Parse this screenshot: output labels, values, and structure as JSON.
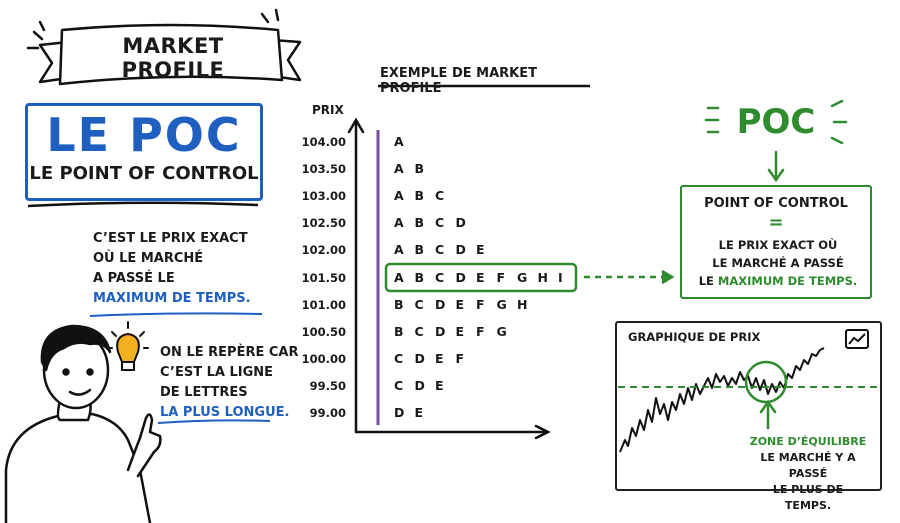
{
  "banner": {
    "title": "MARKET PROFILE"
  },
  "poc_box": {
    "title": "LE POC",
    "subtitle": "LE POINT OF CONTROL"
  },
  "definition": {
    "line1": "C’EST LE PRIX EXACT",
    "line2": "OÙ LE MARCHÉ",
    "line3": "A PASSÉ LE",
    "line4": "MAXIMUM DE TEMPS."
  },
  "repere": {
    "line1": "ON LE REPÈRE CAR",
    "line2": "C’EST LA LIGNE",
    "line3": "DE LETTRES",
    "line4": "LA PLUS LONGUE."
  },
  "profile": {
    "title": "EXEMPLE DE MARKET PROFILE",
    "axis_label": "PRIX",
    "rows": [
      {
        "price": "104.00",
        "letters": [
          "A"
        ]
      },
      {
        "price": "103.50",
        "letters": [
          "A",
          "B"
        ]
      },
      {
        "price": "103.00",
        "letters": [
          "A",
          "B",
          "C"
        ]
      },
      {
        "price": "102.50",
        "letters": [
          "A",
          "B",
          "C",
          "D"
        ]
      },
      {
        "price": "102.00",
        "letters": [
          "A",
          "B",
          "C",
          "D",
          "E"
        ]
      },
      {
        "price": "101.50",
        "letters": [
          "A",
          "B",
          "C",
          "D",
          "E",
          "F",
          "G",
          "H",
          "I"
        ]
      },
      {
        "price": "101.00",
        "letters": [
          "B",
          "C",
          "D",
          "E",
          "F",
          "G",
          "H"
        ]
      },
      {
        "price": "100.50",
        "letters": [
          "B",
          "C",
          "D",
          "E",
          "F",
          "G"
        ]
      },
      {
        "price": "100.00",
        "letters": [
          "C",
          "D",
          "E",
          "F"
        ]
      },
      {
        "price": "99.50",
        "letters": [
          "C",
          "D",
          "E"
        ]
      },
      {
        "price": "99.00",
        "letters": [
          "D",
          "E"
        ]
      }
    ],
    "poc_row_index": 5
  },
  "poc_right": {
    "title": "POC",
    "box_title": "POINT OF CONTROL",
    "equals": "=",
    "line1": "LE PRIX EXACT OÙ",
    "line2": "LE MARCHÉ A PASSÉ",
    "line3_prefix": "LE ",
    "line3_highlight": "MAXIMUM DE TEMPS."
  },
  "price_chart": {
    "title": "GRAPHIQUE DE PRIX",
    "zone_title": "ZONE D’ÉQUILIBRE",
    "zone_line1": "LE MARCHÉ Y A PASSÉ",
    "zone_line2": "LE PLUS DE TEMPS."
  },
  "colors": {
    "blue": "#1f5fbf",
    "green": "#2e8b2e",
    "purple": "#7a4fa0",
    "bulb": "#f2b01e"
  }
}
